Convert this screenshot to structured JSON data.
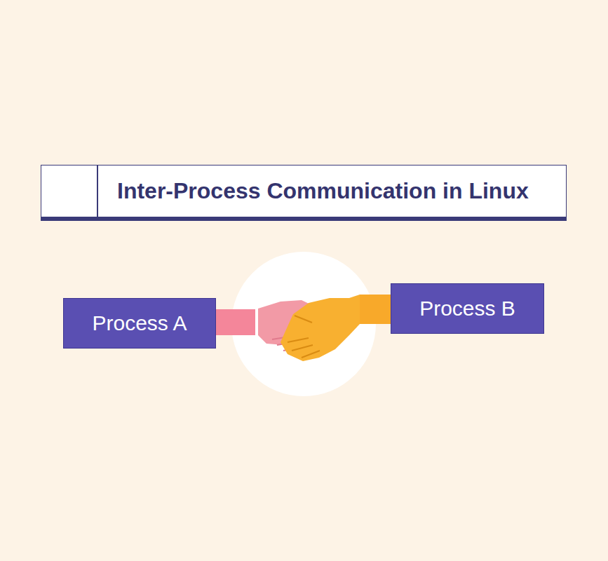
{
  "diagram": {
    "title": "Inter-Process Communication in Linux",
    "nodes": [
      {
        "text": [
          "Process A"
        ]
      },
      {
        "text": [
          "Process B"
        ]
      }
    ]
  }
}
